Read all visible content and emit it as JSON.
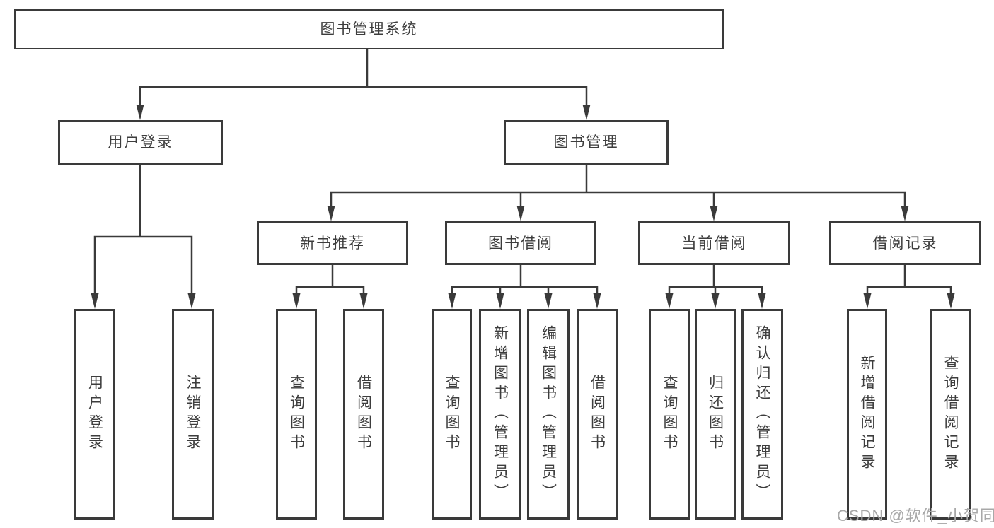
{
  "nodes": {
    "root": "图书管理系统",
    "user_login": "用户登录",
    "book_mgmt": "图书管理",
    "new_books": "新书推荐",
    "book_borrow": "图书借阅",
    "current_borrow": "当前借阅",
    "borrow_records": "借阅记录",
    "leaf_user_login": "用户登录",
    "leaf_logout": "注销登录",
    "leaf_nb_query": "查询图书",
    "leaf_nb_borrow": "借阅图书",
    "leaf_bb_query": "查询图书",
    "leaf_bb_add": "新增图书（管理员）",
    "leaf_bb_edit": "编辑图书（管理员）",
    "leaf_bb_borrow": "借阅图书",
    "leaf_cb_query": "查询图书",
    "leaf_cb_return": "归还图书",
    "leaf_cb_confirm": "确认归还（管理员）",
    "leaf_br_add": "新增借阅记录",
    "leaf_br_query": "查询借阅记录"
  },
  "watermark": {
    "text": "CSDN @软件_小贺同学"
  },
  "colors": {
    "line": "#3a3a3a",
    "text": "#3d3d3d",
    "watermark": "#a8a8a8",
    "background": "#ffffff"
  }
}
